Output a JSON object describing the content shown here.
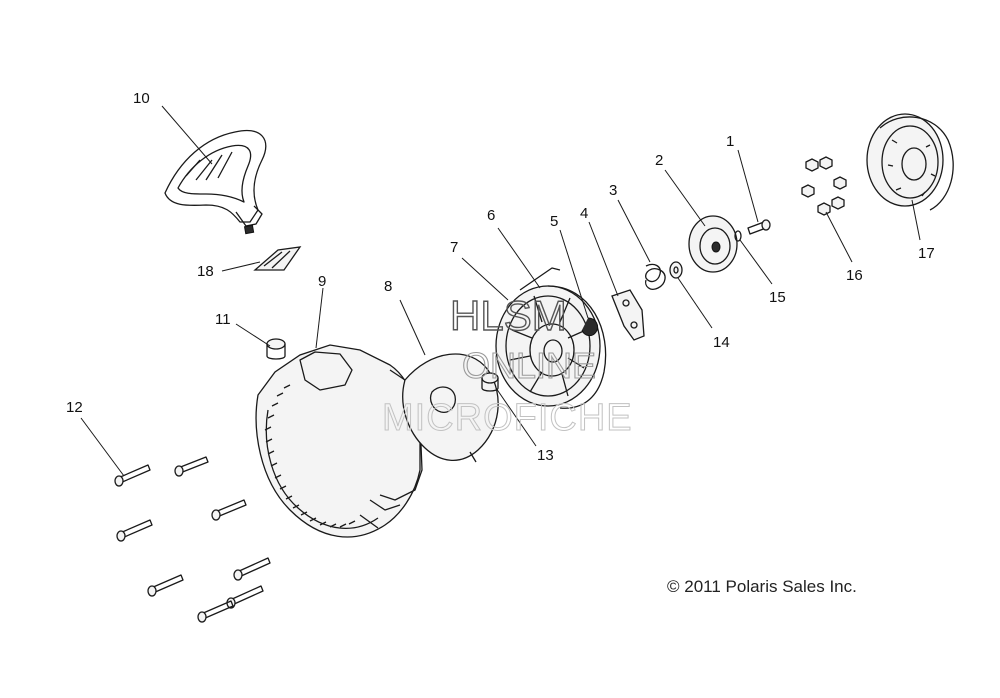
{
  "watermark": {
    "line1": "HLSM",
    "line2": "ONLINE",
    "line3": "MICROFICHE"
  },
  "copyright": "© 2011 Polaris Sales Inc.",
  "callouts": [
    {
      "id": "1",
      "label": "1"
    },
    {
      "id": "2",
      "label": "2"
    },
    {
      "id": "3",
      "label": "3"
    },
    {
      "id": "4",
      "label": "4"
    },
    {
      "id": "5",
      "label": "5"
    },
    {
      "id": "6",
      "label": "6"
    },
    {
      "id": "7",
      "label": "7"
    },
    {
      "id": "8",
      "label": "8"
    },
    {
      "id": "9",
      "label": "9"
    },
    {
      "id": "10",
      "label": "10"
    },
    {
      "id": "11",
      "label": "11"
    },
    {
      "id": "12",
      "label": "12"
    },
    {
      "id": "13",
      "label": "13"
    },
    {
      "id": "14",
      "label": "14"
    },
    {
      "id": "15",
      "label": "15"
    },
    {
      "id": "16",
      "label": "16"
    },
    {
      "id": "17",
      "label": "17"
    },
    {
      "id": "18",
      "label": "18"
    }
  ]
}
